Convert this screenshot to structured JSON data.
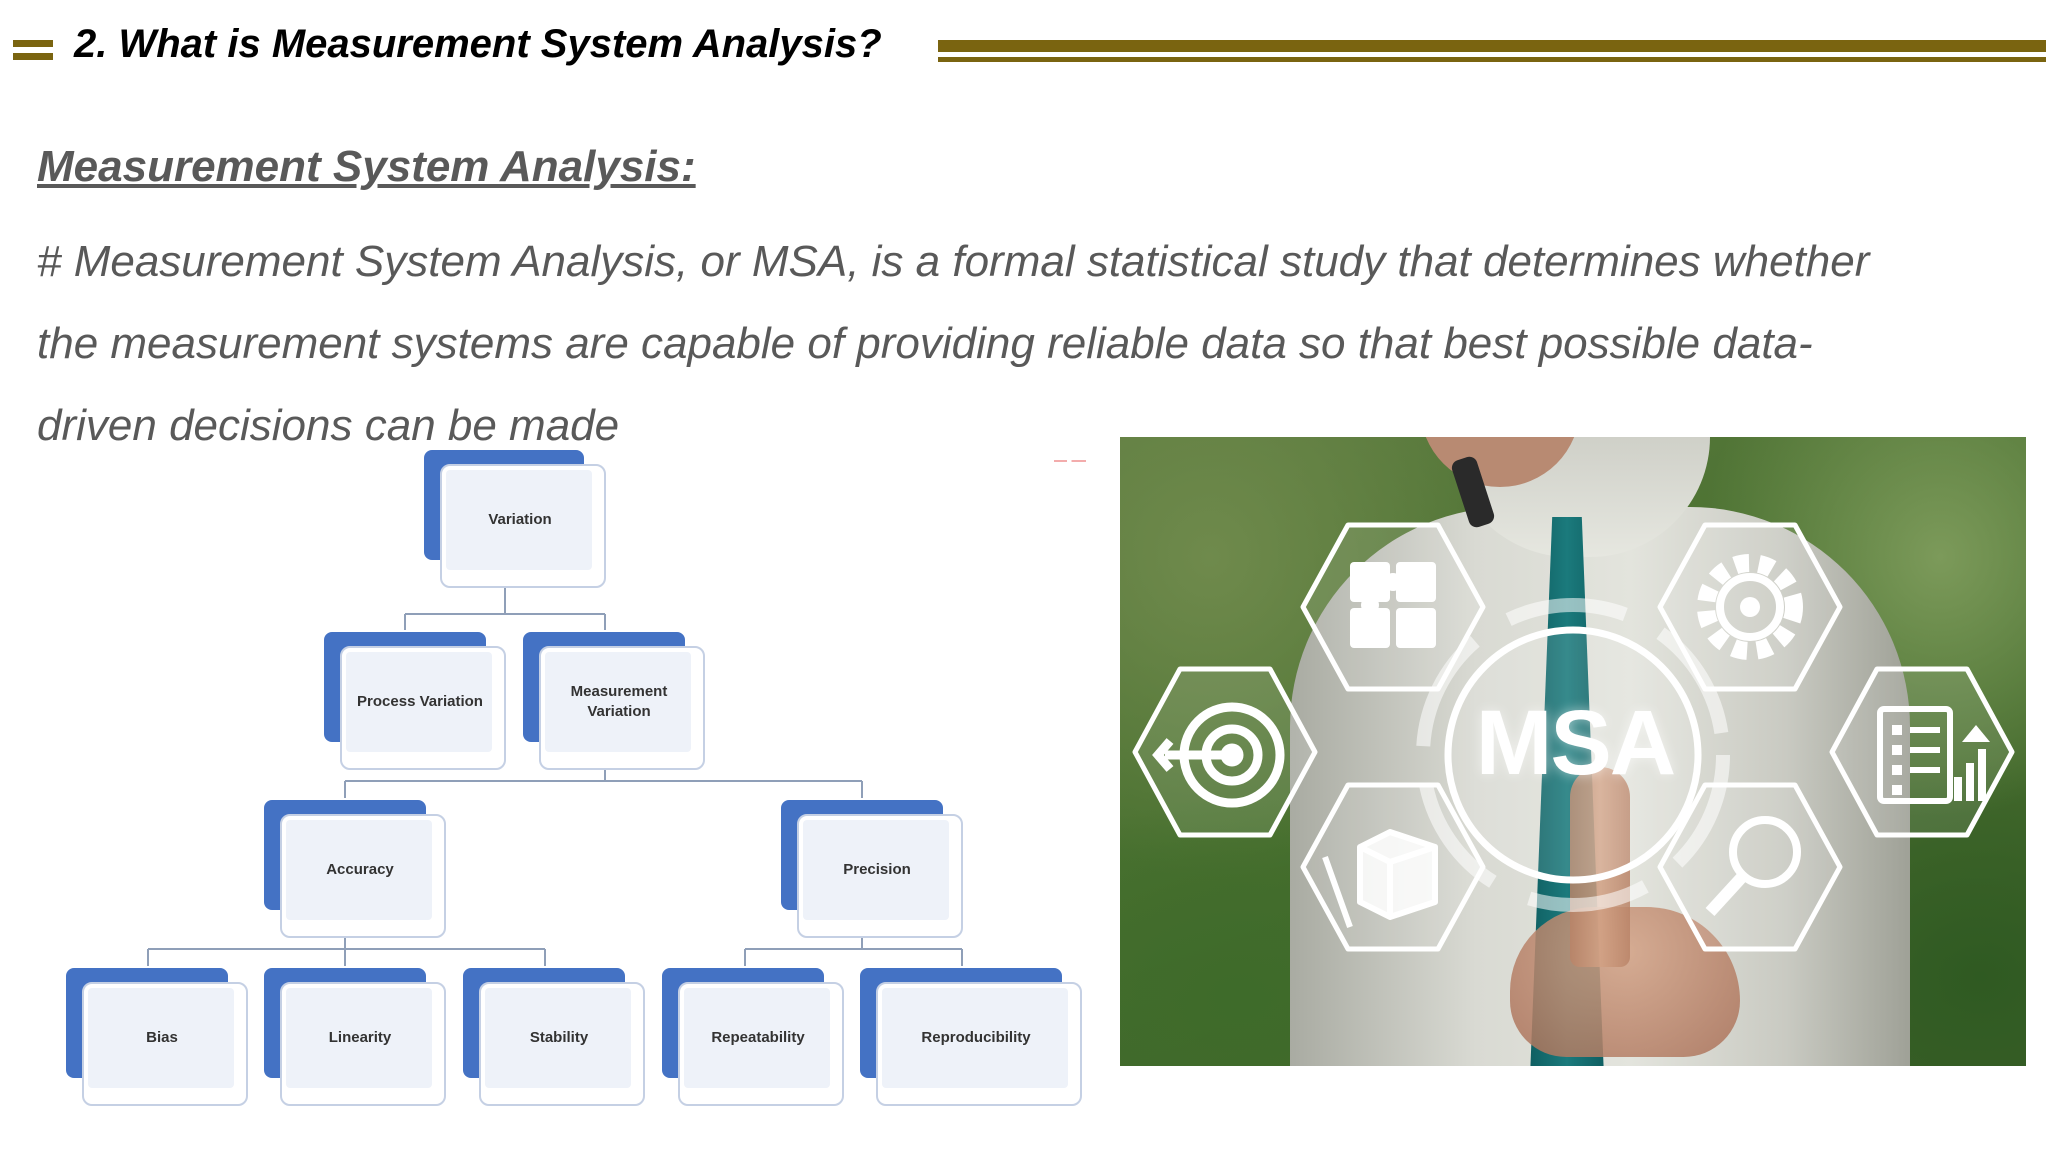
{
  "slide": {
    "title": "2. What is Measurement System Analysis?",
    "accent_color": "#7a6410"
  },
  "content": {
    "heading": "Measurement System Analysis:",
    "paragraph_lines": [
      "# Measurement System Analysis, or MSA, is a formal statistical study that determines whether",
      "the measurement systems are capable of providing reliable data so that best possible data-",
      "driven decisions can be made"
    ]
  },
  "diagram": {
    "root": "Variation",
    "level1": [
      "Process Variation",
      "Measurement Variation"
    ],
    "level2": [
      "Accuracy",
      "Precision"
    ],
    "accuracy_children": [
      "Bias",
      "Linearity",
      "Stability"
    ],
    "precision_children": [
      "Repeatability",
      "Reproducibility"
    ],
    "box_color": "#4472c4"
  },
  "image": {
    "overlay_text": "MSA",
    "icons": [
      "target-icon",
      "puzzle-icon",
      "gear-icon",
      "checklist-chart-icon",
      "cube-ruler-icon",
      "magnifier-icon"
    ]
  }
}
